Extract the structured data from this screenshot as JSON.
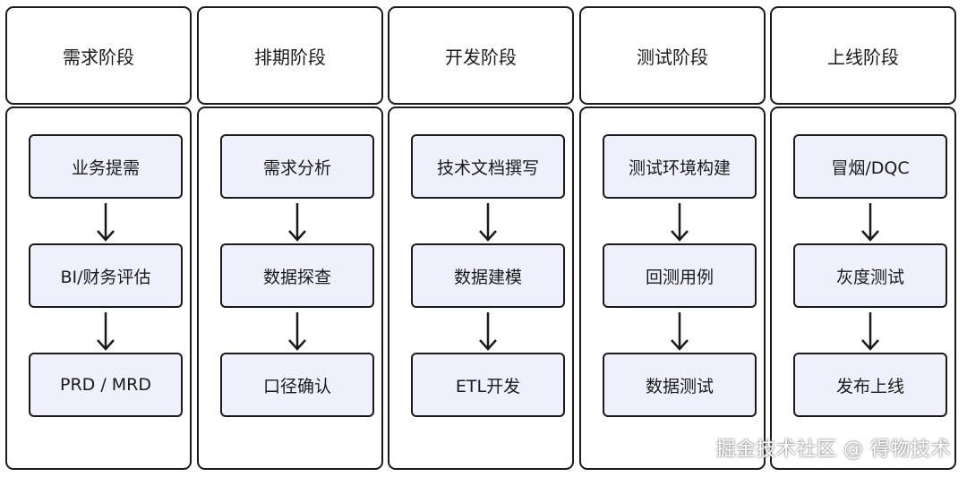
{
  "stages": [
    {
      "title": "需求阶段",
      "steps": [
        "业务提需",
        "BI/财务评估",
        "PRD / MRD"
      ]
    },
    {
      "title": "排期阶段",
      "steps": [
        "需求分析",
        "数据探查",
        "口径确认"
      ]
    },
    {
      "title": "开发阶段",
      "steps": [
        "技术文档撰写",
        "数据建模",
        "ETL开发"
      ]
    },
    {
      "title": "测试阶段",
      "steps": [
        "测试环境构建",
        "回测用例",
        "数据测试"
      ]
    },
    {
      "title": "上线阶段",
      "steps": [
        "冒烟/DQC",
        "灰度测试",
        "发布上线"
      ]
    }
  ],
  "watermark": "掘金技术社区 @ 得物技术",
  "colors": {
    "box_fill": "#eef1fb",
    "border": "#1a1a1a"
  }
}
